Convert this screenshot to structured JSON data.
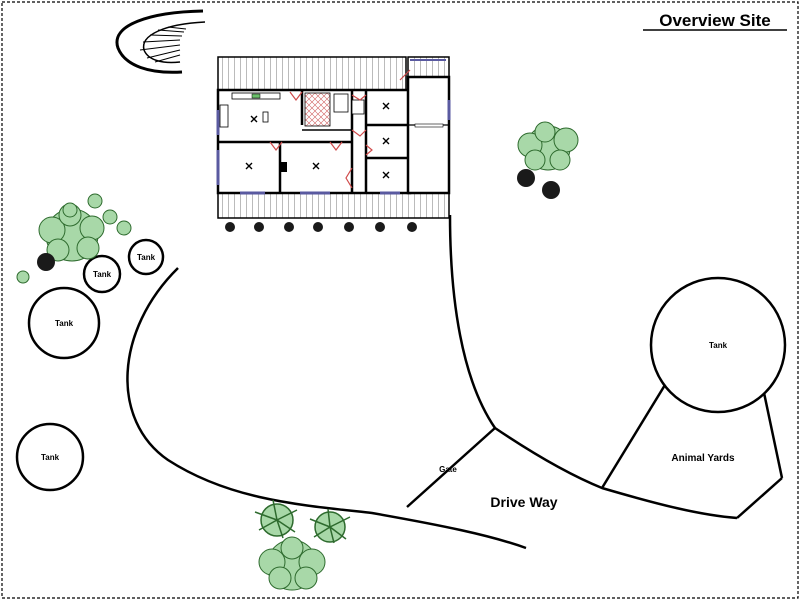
{
  "title": "Overview Site",
  "labels": {
    "tank": "Tank",
    "gate": "Gate",
    "drive_way": "Drive Way",
    "animal_yards": "Animal Yards"
  },
  "colors": {
    "line": "#000000",
    "tree_fill": "#a8d8a8",
    "tree_stroke": "#2e6b2e",
    "shrub": "#1a1a1a",
    "veranda_hatch": "#777777",
    "window": "#5a5aa0",
    "door_swing": "#d04a4a"
  }
}
